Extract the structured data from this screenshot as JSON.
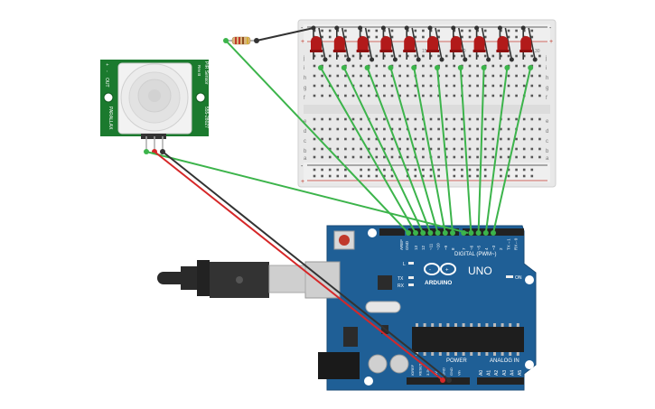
{
  "pir_sensor": {
    "brand": "PARALLAX",
    "label_right": "PIR Sensor",
    "rev": "Rev B",
    "part_number": "555-28027",
    "pin_labels": [
      "+",
      "-",
      "OUT"
    ]
  },
  "breadboard": {
    "row_letters_top": [
      "j",
      "i",
      "h",
      "g",
      "f"
    ],
    "row_letters_bottom": [
      "e",
      "d",
      "c",
      "b",
      "a"
    ],
    "column_numbers": [
      "1",
      "5",
      "10",
      "15",
      "20",
      "25",
      "30"
    ],
    "rail_plus": "+",
    "rail_minus": "-"
  },
  "leds": {
    "count": 10,
    "color": "#b21a1a"
  },
  "resistor": {
    "bands": [
      "#c0392b",
      "#c0392b",
      "#8e4b1f",
      "#d4af37"
    ]
  },
  "arduino": {
    "brand": "ARDUINO",
    "model": "UNO",
    "digital_label": "DIGITAL (PWM~)",
    "analog_label": "ANALOG IN",
    "power_label": "POWER",
    "on_label": "ON",
    "tx_label": "TX",
    "rx_label": "RX",
    "l_label": "L",
    "aref_label": "AREF",
    "gnd_label": "GND",
    "digital_pins": [
      "13",
      "12",
      "~11",
      "~10",
      "~9",
      "8",
      "7",
      "~6",
      "~5",
      "4",
      "~3",
      "2",
      "TX→1",
      "RX←0"
    ],
    "power_pins": [
      "IOREF",
      "RESET",
      "3.3V",
      "5V",
      "GND",
      "GND",
      "Vin"
    ],
    "analog_pins": [
      "A0",
      "A1",
      "A2",
      "A3",
      "A4",
      "A5"
    ]
  },
  "colors": {
    "wire_signal": "#3cb44b",
    "wire_power": "#d62728",
    "wire_ground": "#333333",
    "board_blue": "#1f5f96",
    "pir_green": "#1b7a2e"
  }
}
